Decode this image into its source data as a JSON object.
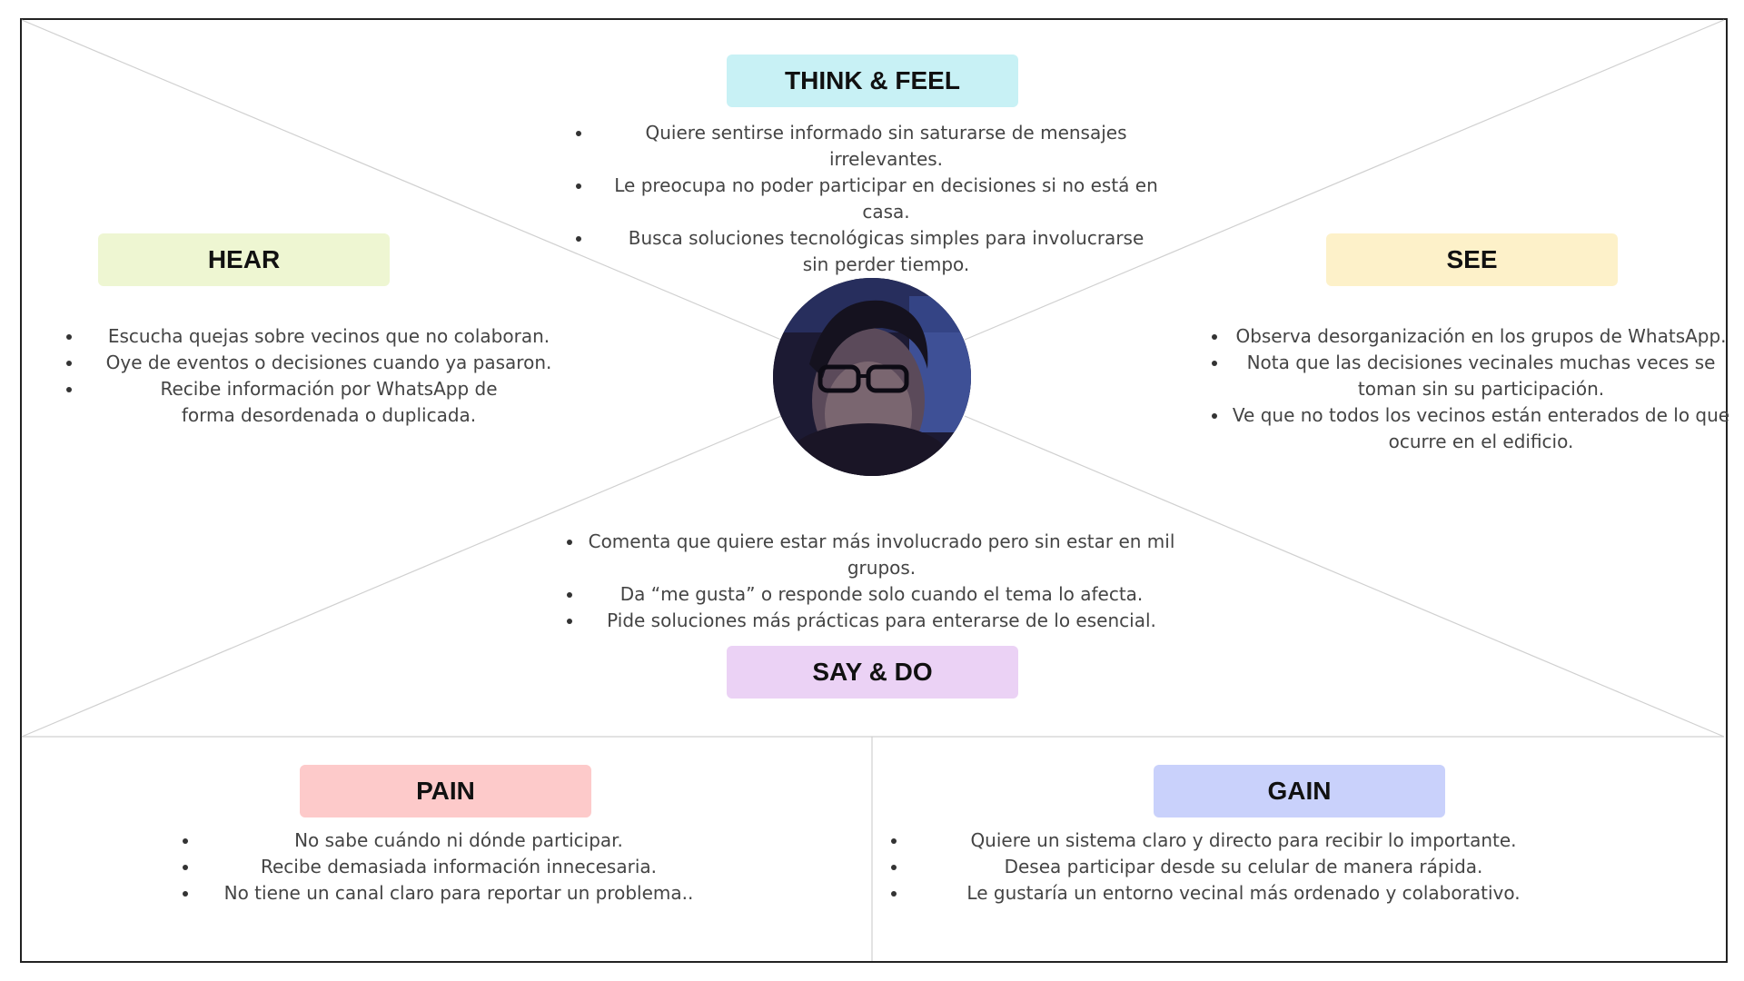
{
  "colors": {
    "think_feel": "#c8f1f5",
    "hear": "#eef6d2",
    "see": "#fdf1c9",
    "say_do": "#ebd2f5",
    "pain": "#fdcaca",
    "gain": "#c9d1fb"
  },
  "think_feel": {
    "title": "THINK & FEEL",
    "items": [
      "Quiere sentirse informado sin saturarse de mensajes irrelevantes.",
      "Le preocupa no poder participar en decisiones si no está en casa.",
      "Busca soluciones tecnológicas simples para involucrarse sin perder tiempo."
    ]
  },
  "hear": {
    "title": "HEAR",
    "items": [
      "Escucha quejas sobre vecinos que no colaboran.",
      "Oye de eventos o decisiones cuando ya pasaron.",
      "Recibe información por WhatsApp de forma desordenada o duplicada."
    ]
  },
  "see": {
    "title": "SEE",
    "items": [
      "Observa desorganización en los grupos de WhatsApp.",
      "Nota que las decisiones vecinales muchas veces se toman sin su participación.",
      "Ve que no todos los vecinos están enterados de lo que ocurre en el edificio."
    ]
  },
  "say_do": {
    "title": "SAY & DO",
    "items": [
      "Comenta que quiere estar más involucrado pero sin estar en mil grupos.",
      "Da “me gusta” o responde solo cuando el tema lo afecta.",
      "Pide soluciones más prácticas para enterarse de lo esencial."
    ]
  },
  "pain": {
    "title": "PAIN",
    "items": [
      "No sabe cuándo ni dónde participar.",
      "Recibe demasiada información innecesaria.",
      "No tiene un canal claro para reportar un problema.."
    ]
  },
  "gain": {
    "title": "GAIN",
    "items": [
      "Quiere un sistema claro y directo para recibir lo importante.",
      "Desea participar desde su celular de manera rápida.",
      "Le gustaría un entorno vecinal más ordenado y colaborativo."
    ]
  }
}
